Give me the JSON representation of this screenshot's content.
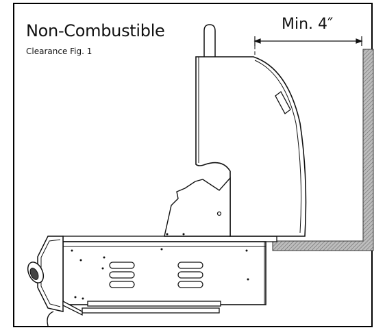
{
  "figure": {
    "title": "Non-Combustible",
    "subtitle": "Clearance Fig. 1",
    "dimension_label": "Min. 4″"
  },
  "colors": {
    "line": "#111111",
    "wall_fill": "#9a9a9a",
    "background": "#ffffff"
  }
}
